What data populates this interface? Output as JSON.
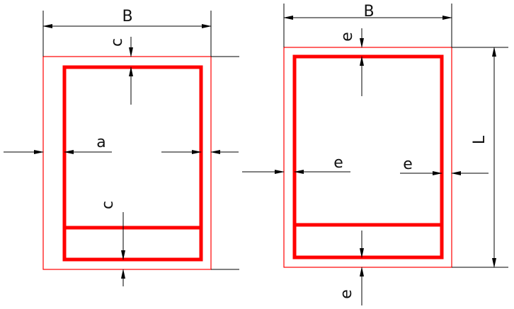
{
  "labels": {
    "width": "B",
    "length": "L",
    "side_a": "a",
    "clear_c": "c",
    "clear_e": "e"
  },
  "colors": {
    "outline": "#ff0000",
    "dimension": "#000000",
    "text": "#111111"
  }
}
